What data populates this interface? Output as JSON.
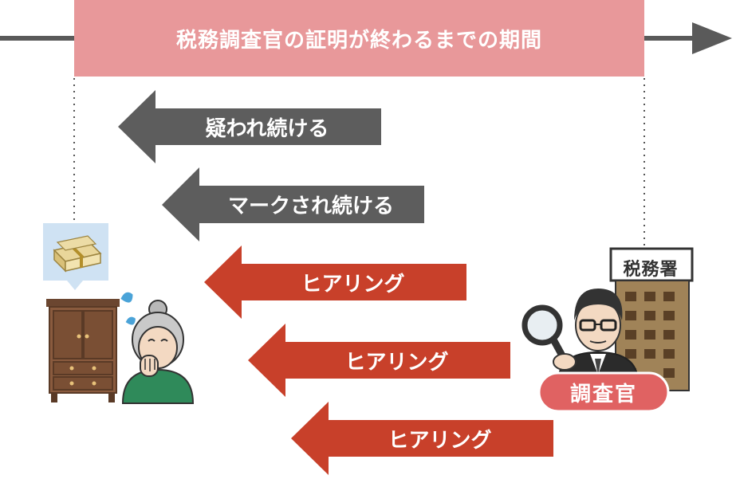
{
  "timeline": {
    "label": "税務調査官の証明が終わるまでの期間",
    "color": "#e8989a",
    "line_color": "#5a5a5a"
  },
  "arrows": [
    {
      "label": "疑われ続ける",
      "color": "#5d5d5d"
    },
    {
      "label": "マークされ続ける",
      "color": "#5d5d5d"
    },
    {
      "label": "ヒアリング",
      "color": "#c8402a"
    },
    {
      "label": "ヒアリング",
      "color": "#c8402a"
    },
    {
      "label": "ヒアリング",
      "color": "#c8402a"
    }
  ],
  "taxpayer": {
    "icons": [
      "money-bundle-icon",
      "wardrobe-icon",
      "elderly-woman-icon",
      "sweat-drops-icon"
    ]
  },
  "investigator": {
    "badge": "調査官",
    "badge_color": "#e06262",
    "building_sign": "税務署",
    "icons": [
      "investigator-icon",
      "magnifier-icon",
      "tax-office-building-icon"
    ]
  }
}
